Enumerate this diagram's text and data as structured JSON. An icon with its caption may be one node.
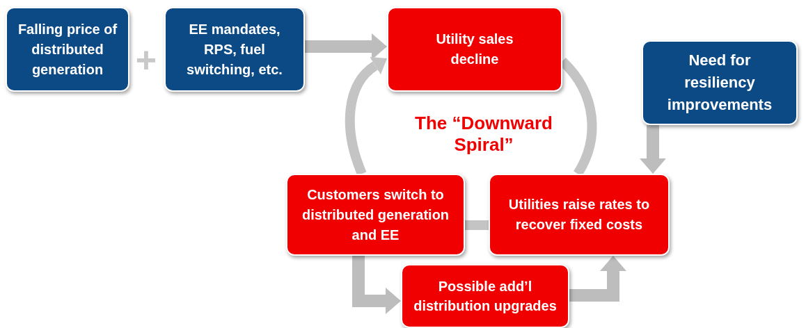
{
  "diagram": {
    "nodes": [
      {
        "text": [
          "Falling price of distributed generation"
        ]
      },
      {
        "text": [
          "EE mandates, RPS, fuel switching, etc."
        ]
      },
      {
        "text": [
          "Utility sales decline"
        ]
      },
      {
        "text": [
          "Need for resiliency improvements"
        ]
      },
      {
        "text": [
          "Customers switch to distributed generation and EE"
        ]
      },
      {
        "text": [
          "Utilities raise rates to recover fixed costs"
        ]
      },
      {
        "text": [
          "Possible add’l distribution upgrades"
        ]
      }
    ],
    "edges": [
      {
        "from": 1,
        "to": 2,
        "arrow": "to"
      },
      {
        "from": 2,
        "to": 5,
        "arrow": "none"
      },
      {
        "from": 5,
        "to": 4,
        "arrow": "none"
      },
      {
        "from": 4,
        "to": 2,
        "arrow": "to"
      },
      {
        "from": 3,
        "to": 5,
        "arrow": "to"
      },
      {
        "from": 4,
        "to": 6,
        "arrow": "to"
      },
      {
        "from": 6,
        "to": 5,
        "arrow": "to"
      }
    ],
    "labels": [
      "+",
      "The “Downward Spiral”"
    ]
  }
}
